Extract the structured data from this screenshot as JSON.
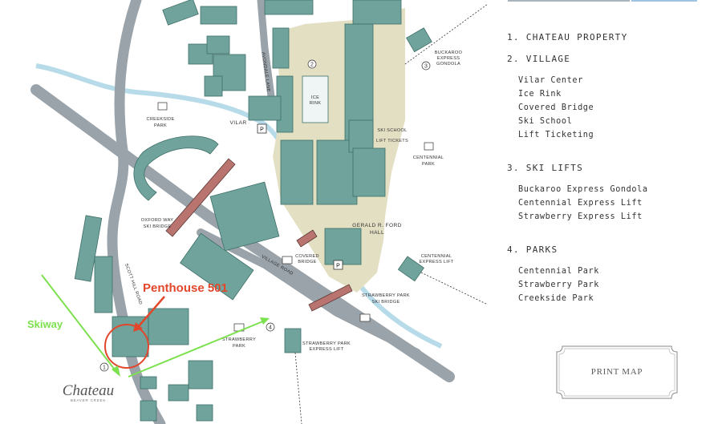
{
  "map": {
    "labels": {
      "creekside_park": [
        "CREEKSIDE",
        "PARK"
      ],
      "vilar": "VILAR",
      "avondale_lane": "AVONDALE LANE",
      "ice_rink": [
        "ICE",
        "RINK"
      ],
      "buckaroo": [
        "BUCKAROO",
        "EXPRESS",
        "GONDOLA"
      ],
      "ski_school": "SKI SCHOOL",
      "lift_tickets": "LIFT TICKETS",
      "centennial_park": [
        "CENTENNIAL",
        "PARK"
      ],
      "oxford_way": [
        "OXFORD WAY",
        "SKI BRIDGE"
      ],
      "gerald_ford": [
        "GERALD R. FORD",
        "HALL"
      ],
      "centennial_lift": [
        "CENTENNIAL",
        "EXPRESS LIFT"
      ],
      "covered_bridge": [
        "COVERED",
        "BRIDGE"
      ],
      "village_road": "VILLAGE ROAD",
      "scott_hill_road": "SCOTT HILL ROAD",
      "strawberry_bridge": [
        "STRAWBERRY PARK",
        "SKI BRIDGE"
      ],
      "strawberry_park": [
        "STRAWBERRY",
        "PARK"
      ],
      "strawberry_lift": [
        "STRAWBERRY PARK",
        "EXPRESS LIFT"
      ]
    },
    "markers": [
      "1",
      "2",
      "3",
      "4"
    ],
    "parking_symbol": "P",
    "annotations": {
      "penthouse": "Penthouse 501",
      "skiway": "Skiway"
    },
    "logo": {
      "name": "Chateau",
      "sub": "BEAVER CREEK"
    },
    "colors": {
      "building": "#6fa39b",
      "village_area": "#e3dfc3",
      "road": "#9aa3aa",
      "creek": "#b7dbe8",
      "bridge": "#b97470",
      "annotation_red": "#e2462b",
      "skiway_green": "#7de04f"
    }
  },
  "legend": {
    "sections": [
      {
        "title": "1. CHATEAU PROPERTY",
        "items": []
      },
      {
        "title": "2. VILLAGE",
        "items": [
          "Vilar Center",
          "Ice Rink",
          "Covered Bridge",
          "Ski School",
          "Lift Ticketing"
        ]
      },
      {
        "title": "3. SKI LIFTS",
        "items": [
          "Buckaroo Express Gondola",
          "Centennial Express Lift",
          "Strawberry Express Lift"
        ]
      },
      {
        "title": "4. PARKS",
        "items": [
          "Centennial Park",
          "Strawberry Park",
          "Creekside Park"
        ]
      }
    ]
  },
  "print_button": {
    "label": "PRINT MAP"
  }
}
